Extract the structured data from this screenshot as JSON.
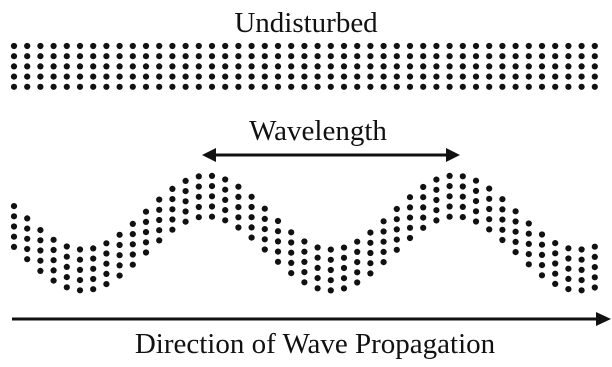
{
  "diagram": {
    "undisturbed_label": "Undisturbed",
    "wavelength_label": "Wavelength",
    "direction_label": "Direction of Wave Propagation"
  },
  "colors": {
    "dot": "#111111",
    "line": "#111111",
    "background": "#ffffff"
  }
}
